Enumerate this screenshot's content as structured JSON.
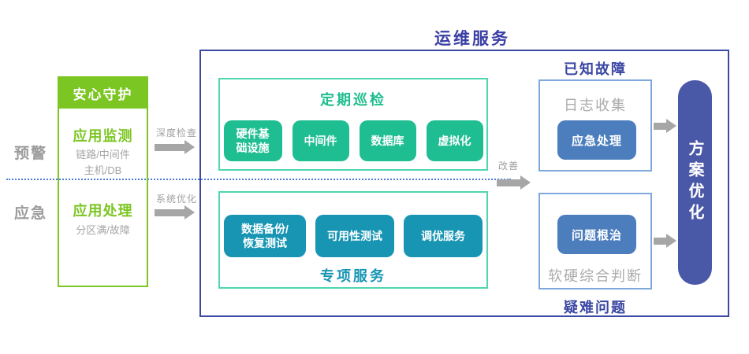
{
  "colors": {
    "green": "#7cc623",
    "teal_green": "#1fbe92",
    "teal_green_border": "#4fd6b0",
    "teal_blue": "#1795b3",
    "steel_blue": "#4c7ebe",
    "steel_border": "#7fa8da",
    "indigo": "#3a46a3",
    "indigo_fill": "#4a58a8",
    "gray_text": "#a5a5a5",
    "arrow_gray": "#a6a6a6",
    "dotted_blue": "#4a7cd6"
  },
  "stages": {
    "warning_label": "预警",
    "emergency_label": "应急"
  },
  "guard": {
    "header": "安心守护",
    "monitor": {
      "title": "应用监测",
      "desc": "链路/中间件\n主机/DB"
    },
    "handle": {
      "title": "应用处理",
      "desc": "分区满/故障"
    }
  },
  "flow_arrows": {
    "deep_check": "深度检查",
    "sys_optimize": "系统优化",
    "improve": "改善"
  },
  "ops": {
    "title": "运维服务",
    "inspection": {
      "title": "定期巡检",
      "items": [
        "硬件基\n础设施",
        "中间件",
        "数据库",
        "虚拟化"
      ]
    },
    "special": {
      "title": "专项服务",
      "items": [
        "数据备份/\n恢复测试",
        "可用性测试",
        "调优服务"
      ]
    },
    "known_faults": {
      "title": "已知故障",
      "subtitle": "日志收集",
      "button": "应急处理"
    },
    "difficult": {
      "title": "疑难问题",
      "button": "问题根治",
      "subtitle": "软硬综合判断"
    },
    "optimize": "方案优化"
  }
}
